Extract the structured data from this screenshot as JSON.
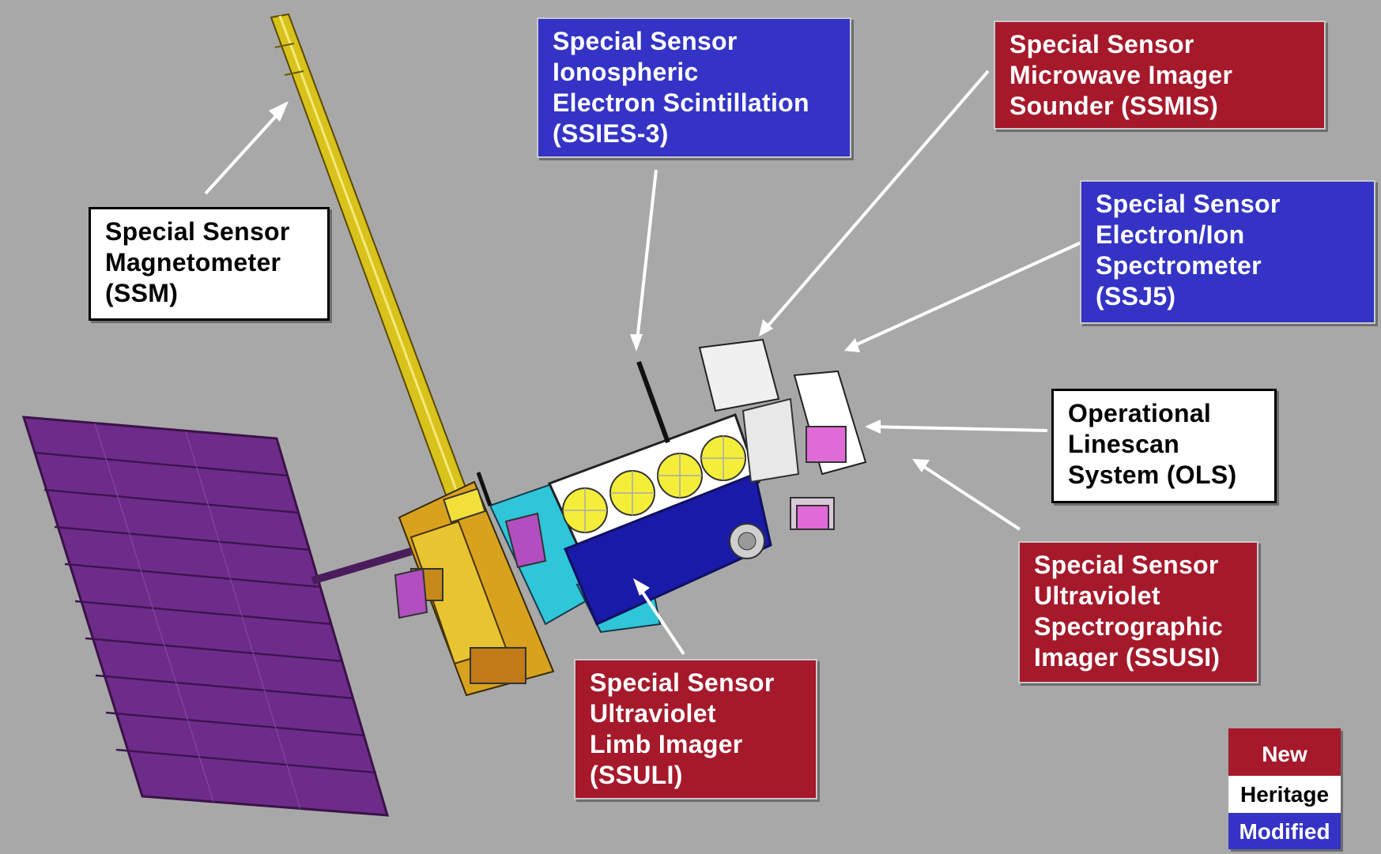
{
  "labels": {
    "ssm": [
      "Special Sensor",
      "Magnetometer",
      "(SSM)"
    ],
    "ssies": [
      "Special Sensor",
      "Ionospheric",
      "Electron Scintillation",
      "(SSIES-3)"
    ],
    "ssmis": [
      "Special Sensor",
      "Microwave Imager",
      "Sounder (SSMIS)"
    ],
    "ssj5": [
      "Special Sensor",
      "Electron/Ion",
      "Spectrometer",
      "(SSJ5)"
    ],
    "ols": [
      "Operational",
      "Linescan",
      "System (OLS)"
    ],
    "ssusi": [
      "Special Sensor",
      "Ultraviolet",
      "Spectrographic",
      "Imager (SSUSI)"
    ],
    "ssuli": [
      "Special Sensor",
      "Ultraviolet",
      "Limb Imager",
      "(SSULI)"
    ]
  },
  "legend": {
    "new": "New",
    "heritage": "Heritage",
    "modified": "Modified"
  },
  "colors": {
    "new": "#a5192b",
    "heritage": "#ffffff",
    "modified": "#3433c6",
    "background": "#a8a8a8",
    "solar_panel": "#6e2c8a",
    "boom": "#d8c21c"
  }
}
